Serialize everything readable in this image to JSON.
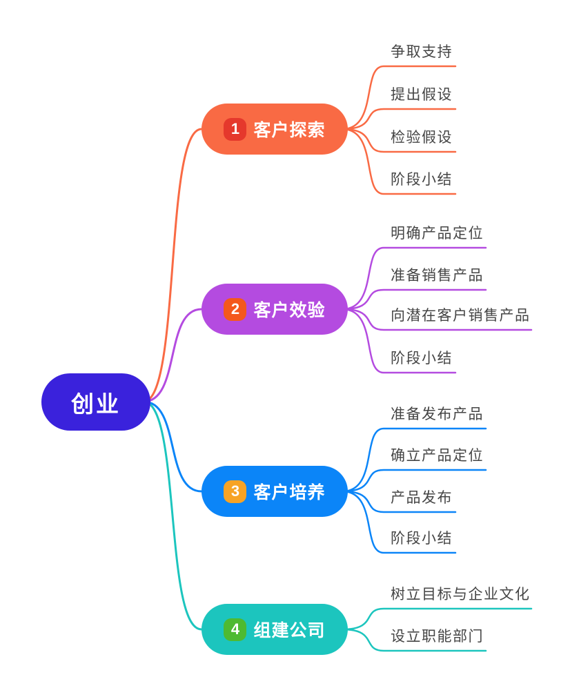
{
  "canvas": {
    "background": "#ffffff"
  },
  "root": {
    "label": "创业",
    "color": "#3a22dc",
    "text_color": "#ffffff"
  },
  "branches": [
    {
      "number": "1",
      "label": "客户探索",
      "color": "#f96a44",
      "badge_color": "#e5382c",
      "children": [
        "争取支持",
        "提出假设",
        "检验假设",
        "阶段小结"
      ]
    },
    {
      "number": "2",
      "label": "客户效验",
      "color": "#b44be0",
      "badge_color": "#f4581c",
      "children": [
        "明确产品定位",
        "准备销售产品",
        "向潜在客户销售产品",
        "阶段小结"
      ]
    },
    {
      "number": "3",
      "label": "客户培养",
      "color": "#0b85f8",
      "badge_color": "#f7a325",
      "children": [
        "准备发布产品",
        "确立产品定位",
        "产品发布",
        "阶段小结"
      ]
    },
    {
      "number": "4",
      "label": "组建公司",
      "color": "#1cc5be",
      "badge_color": "#4eba31",
      "children": [
        "树立目标与企业文化",
        "设立职能部门"
      ]
    }
  ],
  "leaf_text_color": "#454545"
}
